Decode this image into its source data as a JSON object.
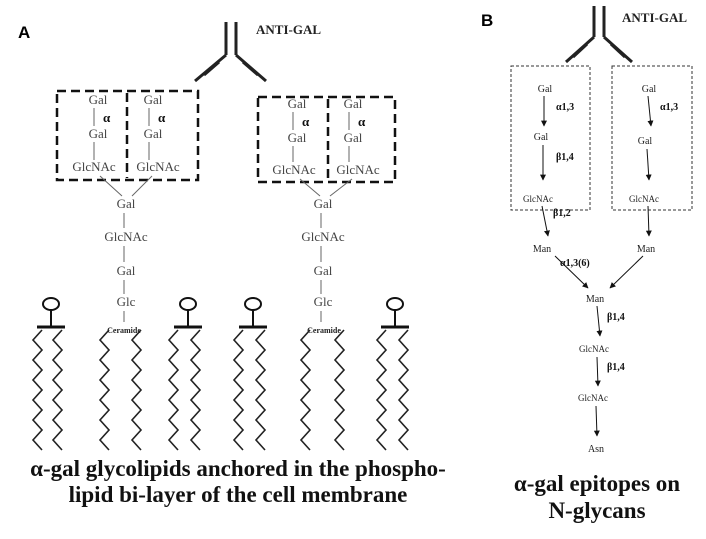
{
  "panels": {
    "a": "A",
    "b": "B"
  },
  "antibody_label": "ANTI-GAL",
  "panel_a": {
    "epitope_gal": "Gal",
    "epitope_link": "α",
    "glcnac": "GlcNAc",
    "chain": [
      "Gal",
      "GlcNAc",
      "Gal",
      "Glc"
    ],
    "ceramide": "Ceramide",
    "caption_line1": "α-gal glycolipids anchored in the phospho-",
    "caption_line2": "lipid bi-layer of the cell membrane"
  },
  "panel_b": {
    "left_branch": {
      "nodes": [
        "Gal",
        "Gal",
        "GlcNAc",
        "Man"
      ],
      "links": [
        "α1,3",
        "β1,4",
        "β1,2",
        "α1,3(6)"
      ]
    },
    "right_branch": {
      "nodes": [
        "Gal",
        "Gal",
        "GlcNAc",
        "Man"
      ],
      "links": [
        "α1,3"
      ]
    },
    "core": {
      "nodes": [
        "Man",
        "GlcNAc",
        "GlcNAc",
        "Asn"
      ],
      "links": [
        "β1,4",
        "β1,4"
      ]
    },
    "caption_line1": "α-gal epitopes on",
    "caption_line2": "N-glycans"
  },
  "colors": {
    "ink": "#222222",
    "background": "#ffffff"
  }
}
